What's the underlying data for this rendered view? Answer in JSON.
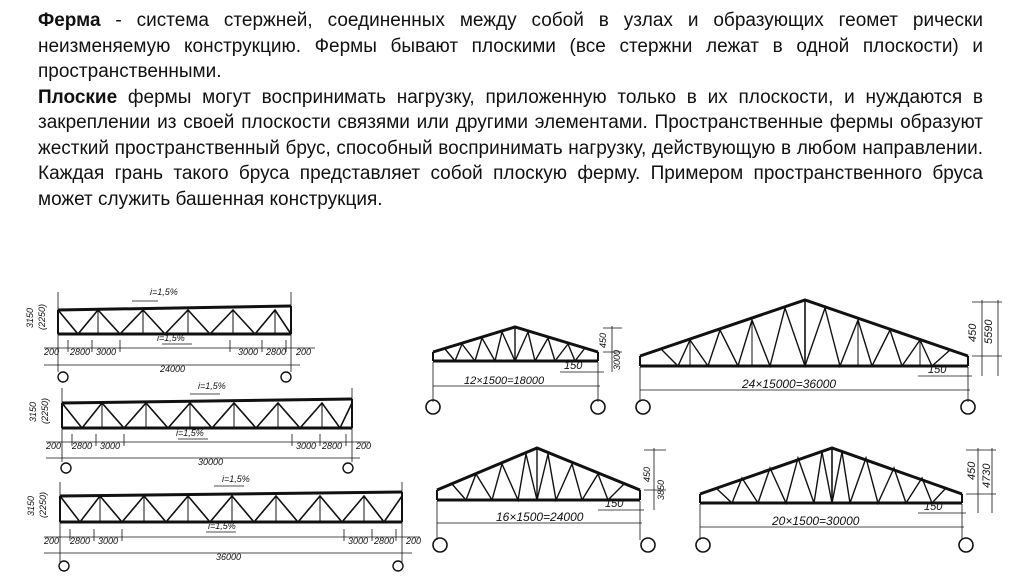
{
  "text": {
    "p1_term": "Ферма",
    "p1_body": " - система стержней, соединенных между собой в узлах и образующих геомет рически неизменяемую конструкцию. Фермы бывают плоскими (все стержни лежат в одной плоскости) и пространственными.",
    "p2_term": "Плоские",
    "p2_body": " фермы  могут воспринимать нагрузку, приложенную только в их плоскости, и нуждаются в закреплении из своей плоскости связями или другими элементами. Пространственные фермы    образуют жесткий пространственный брус, способный воспринимать нагрузку, действующую в любом направлении. Каждая грань такого бруса представляет собой плоскую ферму. Примером пространственного бруса может служить башенная конструкция."
  },
  "truss1": {
    "slope_top": "i=1,5%",
    "slope_mid": "i=1,5%",
    "height_outer": "3150",
    "height_inner": "(2250)",
    "panels": [
      "200",
      "2800",
      "3000",
      "3000",
      "2800",
      "200"
    ],
    "span": "24000"
  },
  "truss2": {
    "slope_top": "i=1,5%",
    "slope_mid": "i=1,5%",
    "height_outer": "3150",
    "height_inner": "(2250)",
    "panels": [
      "200",
      "2800",
      "3000",
      "3000",
      "2800",
      "200"
    ],
    "span": "30000"
  },
  "truss3": {
    "slope_top": "i=1,5%",
    "slope_mid": "i=1,5%",
    "height_outer": "3150",
    "height_inner": "(2250)",
    "panels": [
      "200",
      "2800",
      "3000",
      "3000",
      "2800",
      "200"
    ],
    "span": "36000"
  },
  "roof1": {
    "span": "12×1500=18000",
    "eave": "150",
    "h_top": "450",
    "h_total": "3000"
  },
  "roof2": {
    "span": "24×15000=36000",
    "eave": "150",
    "h_top": "450",
    "h_total": "5590"
  },
  "roof3": {
    "span": "16×1500=24000",
    "eave": "150",
    "h_top": "450",
    "h_total": "3850"
  },
  "roof4": {
    "span": "20×1500=30000",
    "eave": "150",
    "h_top": "450",
    "h_total": "4730"
  }
}
